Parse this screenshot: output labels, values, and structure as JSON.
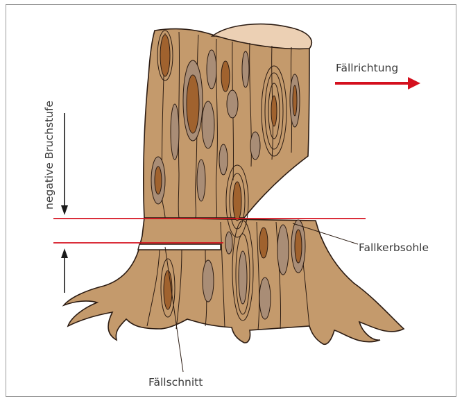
{
  "labels": {
    "direction": "Fällrichtung",
    "step": "negative Bruchstufe",
    "notch_floor": "Fallkerbsohle",
    "back_cut": "Fällschnitt"
  },
  "colors": {
    "bark": "#c49a6c",
    "cut_face": "#ecd0b4",
    "dark_knot": "#a0622e",
    "mid_knot": "#a98d76",
    "outline": "#2b1b12",
    "accent": "#d4101e",
    "frame": "#9b9b9b"
  },
  "icons": {
    "direction_arrow": "arrow-right-icon",
    "down_arrow": "arrow-down-icon",
    "up_arrow": "arrow-up-icon"
  }
}
